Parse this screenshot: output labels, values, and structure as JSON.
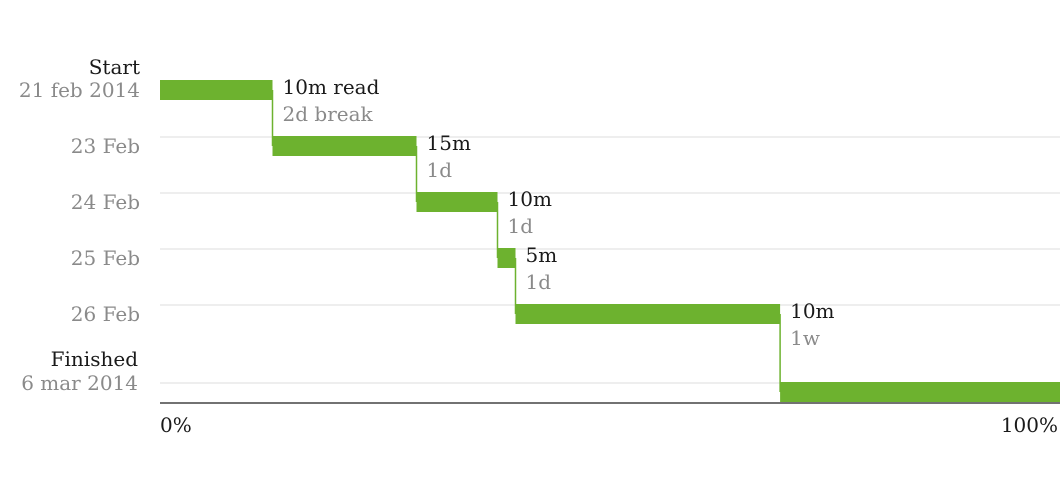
{
  "chart_data": {
    "type": "bar",
    "start_label": "Start",
    "start_date": "21 feb 2014",
    "end_label": "Finished",
    "end_date": "6 mar 2014",
    "x_tick_labels": [
      "0%",
      "100%"
    ],
    "xlim": [
      0,
      100
    ],
    "grid": true,
    "sessions": [
      {
        "date": "21 feb 2014",
        "start_pct": 0.0,
        "end_pct": 12.5,
        "duration": "10m read",
        "gap": "2d break"
      },
      {
        "date": "23 Feb",
        "start_pct": 12.5,
        "end_pct": 28.5,
        "duration": "15m",
        "gap": "1d"
      },
      {
        "date": "24 Feb",
        "start_pct": 28.5,
        "end_pct": 37.5,
        "duration": "10m",
        "gap": "1d"
      },
      {
        "date": "25 Feb",
        "start_pct": 37.5,
        "end_pct": 39.5,
        "duration": "5m",
        "gap": "1d"
      },
      {
        "date": "26 Feb",
        "start_pct": 39.5,
        "end_pct": 68.9,
        "duration": "10m",
        "gap": "1w"
      },
      {
        "date": "6 mar 2014",
        "start_pct": 68.9,
        "end_pct": 100.0,
        "duration": "",
        "gap": ""
      }
    ],
    "colors": {
      "bar": "#6db22f",
      "grid": "#dddddd",
      "axis": "#444444",
      "label_dark": "#1a1a1a",
      "label_grey": "#8a8a8a"
    }
  }
}
